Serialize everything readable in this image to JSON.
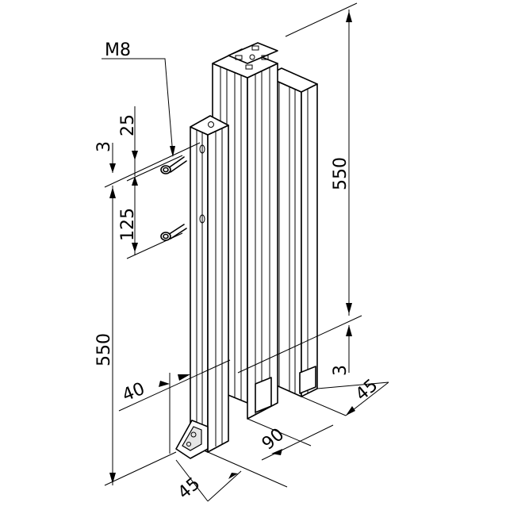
{
  "labels": {
    "thread": "M8",
    "dim_top_height": "550",
    "dim_bottom_height": "550",
    "dim_25": "25",
    "dim_3_top": "3",
    "dim_125": "125",
    "dim_40": "40",
    "dim_3_right": "3",
    "dim_45_right": "45",
    "dim_90": "90",
    "dim_45_bottom": "45"
  }
}
